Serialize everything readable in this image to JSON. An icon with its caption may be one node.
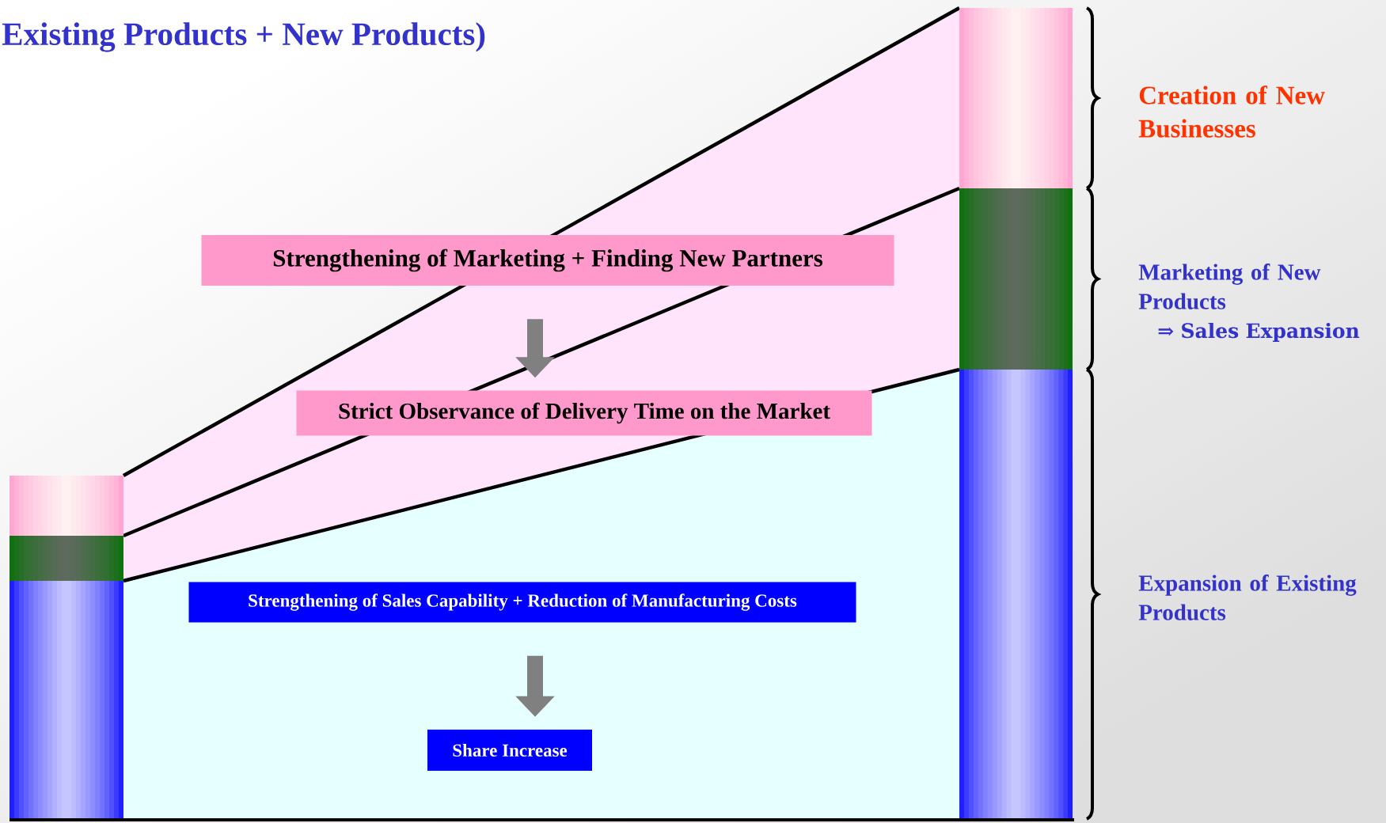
{
  "diagram": {
    "title": "Existing Products + New Products)",
    "nodes": [
      {
        "text": [
          "Strengthening of Marketing + Finding New Partners"
        ]
      },
      {
        "text": [
          "Strict Observance of Delivery Time on the Market"
        ]
      },
      {
        "text": [
          "Strengthening of Sales Capability + Reduction of Manufacturing Costs"
        ]
      },
      {
        "text": [
          "Share Increase"
        ]
      }
    ],
    "edges": [
      {
        "from": 0,
        "to": 1,
        "arrow": "to"
      },
      {
        "from": 2,
        "to": 3,
        "arrow": "to"
      }
    ],
    "labels": [
      "Creation of New Businesses",
      "Marketing of New Products",
      "⇒ Sales Expansion",
      "Expansion of Existing Products"
    ]
  }
}
